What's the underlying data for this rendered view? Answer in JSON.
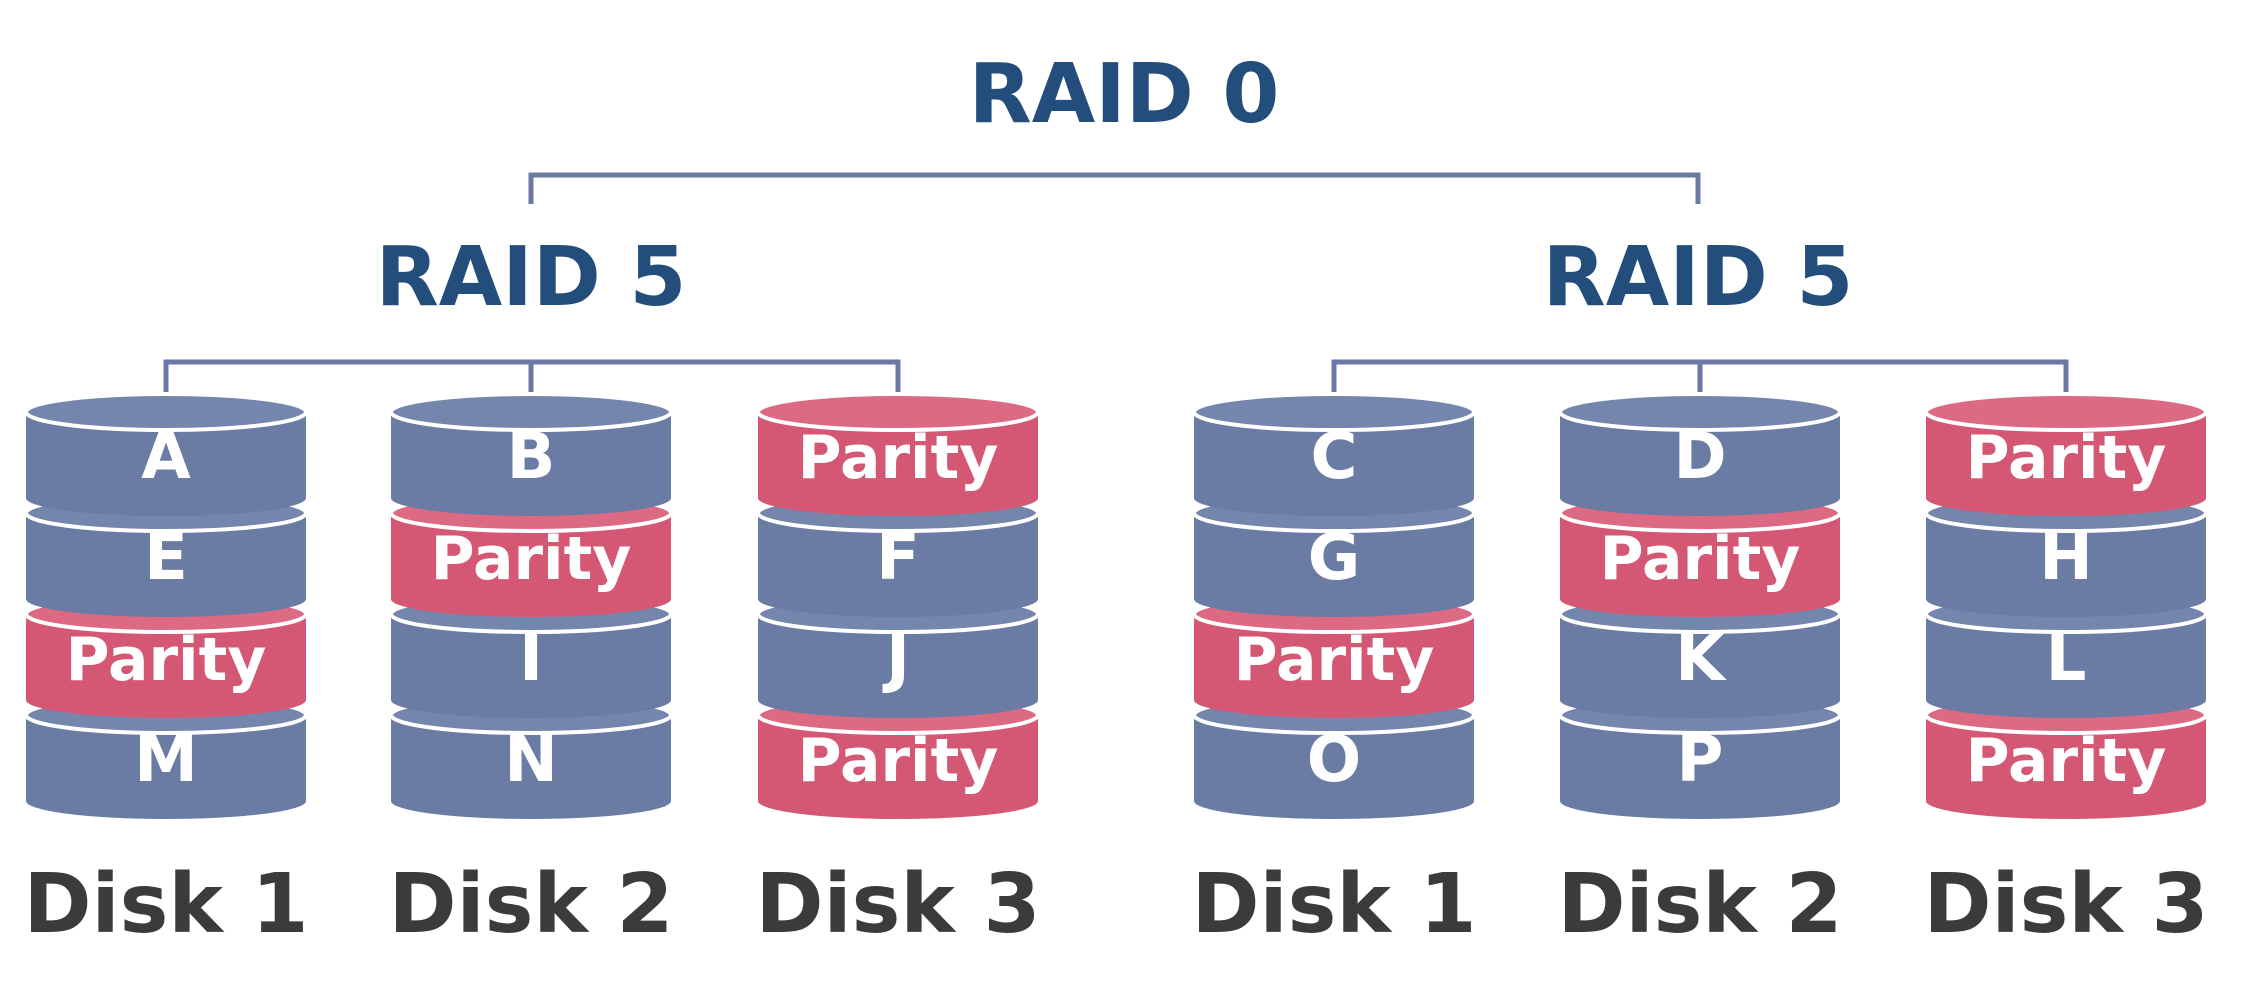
{
  "colors": {
    "data_block": "#6a7ba4",
    "data_block_top": "#7586ad",
    "parity_block": "#d45874",
    "parity_block_top": "#dd6a83",
    "connector": "#6b7aa5",
    "raid_title": "#234e7c",
    "disk_label": "#3b3b3b"
  },
  "raid0": {
    "title": "RAID 0"
  },
  "groups": [
    {
      "title": "RAID 5",
      "disks": [
        {
          "label": "Disk 1",
          "blocks": [
            "A",
            "E",
            "Parity",
            "M"
          ]
        },
        {
          "label": "Disk 2",
          "blocks": [
            "B",
            "Parity",
            "I",
            "N"
          ]
        },
        {
          "label": "Disk 3",
          "blocks": [
            "Parity",
            "F",
            "J",
            "Parity"
          ]
        }
      ]
    },
    {
      "title": "RAID 5",
      "disks": [
        {
          "label": "Disk 1",
          "blocks": [
            "C",
            "G",
            "Parity",
            "O"
          ]
        },
        {
          "label": "Disk 2",
          "blocks": [
            "D",
            "Parity",
            "K",
            "P"
          ]
        },
        {
          "label": "Disk 3",
          "blocks": [
            "Parity",
            "H",
            "L",
            "Parity"
          ]
        }
      ]
    }
  ]
}
